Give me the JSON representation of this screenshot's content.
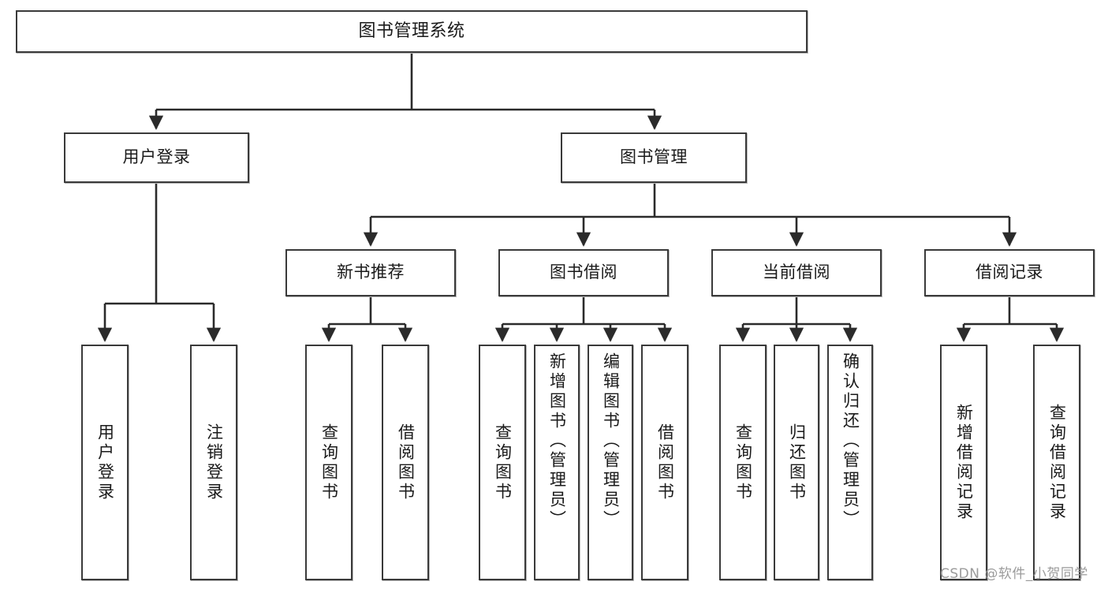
{
  "diagram": {
    "title": "图书管理系统",
    "type": "tree-hierarchy",
    "orientation": "top-down",
    "colors": {
      "box_border": "#3a3a3a",
      "box_fill": "#ffffff",
      "edge": "#2b2b2b",
      "watermark": "#9b9b9b",
      "background": "#ffffff"
    }
  },
  "nodes": {
    "root": {
      "label": "图书管理系统",
      "level": 1
    },
    "level2": [
      {
        "id": "user-login",
        "label": "用户登录"
      },
      {
        "id": "book-management",
        "label": "图书管理"
      }
    ],
    "level3": [
      {
        "id": "new-book-recommend",
        "label": "新书推荐"
      },
      {
        "id": "book-borrow",
        "label": "图书借阅"
      },
      {
        "id": "current-borrow",
        "label": "当前借阅"
      },
      {
        "id": "borrow-record",
        "label": "借阅记录"
      }
    ],
    "leaves": {
      "user-login": [
        {
          "id": "leaf-user-login",
          "label": "用户登录"
        },
        {
          "id": "leaf-logout",
          "label": "注销登录"
        }
      ],
      "new-book-recommend": [
        {
          "id": "leaf-query-book-1",
          "label": "查询图书"
        },
        {
          "id": "leaf-borrow-book-1",
          "label": "借阅图书"
        }
      ],
      "book-borrow": [
        {
          "id": "leaf-query-book-2",
          "label": "查询图书"
        },
        {
          "id": "leaf-add-book",
          "label": "新增图书（管理员）"
        },
        {
          "id": "leaf-edit-book",
          "label": "编辑图书（管理员）"
        },
        {
          "id": "leaf-borrow-book-2",
          "label": "借阅图书"
        }
      ],
      "current-borrow": [
        {
          "id": "leaf-query-book-3",
          "label": "查询图书"
        },
        {
          "id": "leaf-return-book",
          "label": "归还图书"
        },
        {
          "id": "leaf-confirm-return",
          "label": "确认归还（管理员）"
        }
      ],
      "borrow-record": [
        {
          "id": "leaf-add-record",
          "label": "新增借阅记录"
        },
        {
          "id": "leaf-query-record",
          "label": "查询借阅记录"
        }
      ]
    }
  },
  "watermark": {
    "text": "CSDN @软件_小贺同学"
  }
}
